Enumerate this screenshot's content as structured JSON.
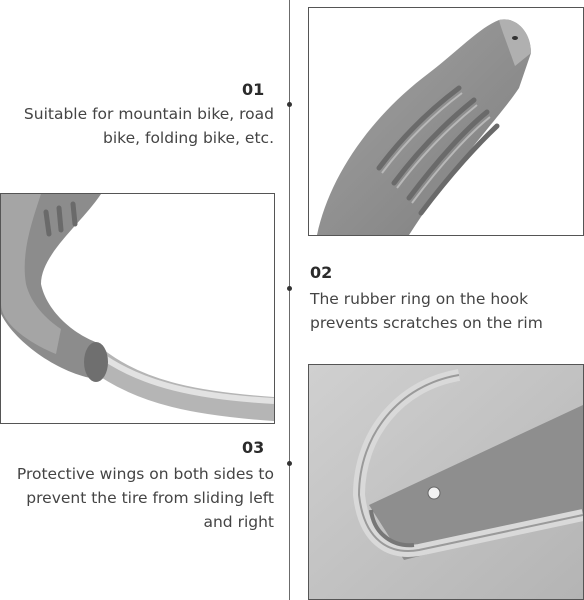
{
  "sections": [
    {
      "number": "01",
      "lines": [
        "Suitable for mountain bike, road",
        "bike, folding bike, etc."
      ]
    },
    {
      "number": "02",
      "lines": [
        "The rubber ring on the hook",
        "prevents scratches on the rim"
      ]
    },
    {
      "number": "03",
      "lines": [
        "Protective wings on both sides to",
        "prevent the tire from sliding left",
        "and right"
      ]
    }
  ],
  "colors": {
    "rubber": "#8f8f8f",
    "metal": "#c8c8c8",
    "line": "#6b6b6b"
  }
}
